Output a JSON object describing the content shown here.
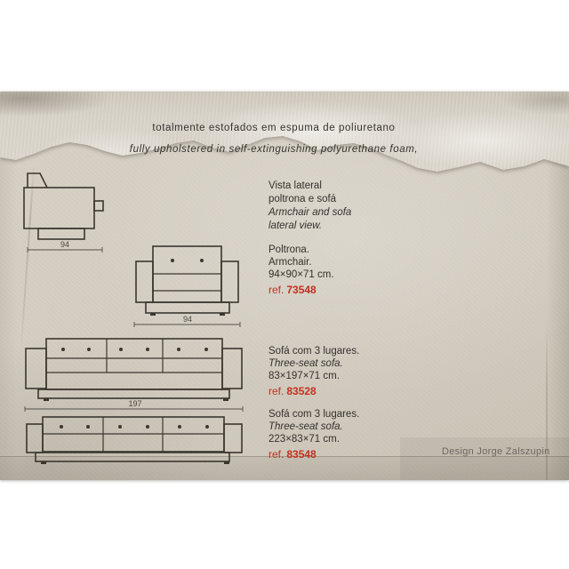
{
  "header": {
    "line_pt": "totalmente estofados em espuma de poliuretano",
    "line_en": "fully upholstered in self-extinguishing polyurethane foam,"
  },
  "lateral_view": {
    "caption_pt_1": "Vista lateral",
    "caption_pt_2": "poltrona e sofá",
    "caption_en_1": "Armchair and sofa",
    "caption_en_2": "lateral view.",
    "dimension": "94"
  },
  "armchair": {
    "name_pt": "Poltrona.",
    "name_en": "Armchair.",
    "size": "94×90×71 cm.",
    "ref_label": "ref.",
    "ref_number": "73548",
    "dimension": "94"
  },
  "sofa_197": {
    "name_pt": "Sofá com 3 lugares.",
    "name_en": "Three-seat sofa.",
    "size": "83×197×71 cm.",
    "ref_label": "ref.",
    "ref_number": "83528",
    "dimension": "197"
  },
  "sofa_223": {
    "name_pt": "Sofá com 3 lugares.",
    "name_en": "Three-seat sofa.",
    "size": "223×83×71 cm.",
    "ref_label": "ref.",
    "ref_number": "83548"
  },
  "footer": {
    "credit": "Design Jorge Zalszupin"
  },
  "colors": {
    "paper": "#d3cdc1",
    "ink": "#33312c",
    "accent_red": "#c0321f",
    "drawing_line": "#3a372f",
    "credit_gray": "#6a6862"
  }
}
